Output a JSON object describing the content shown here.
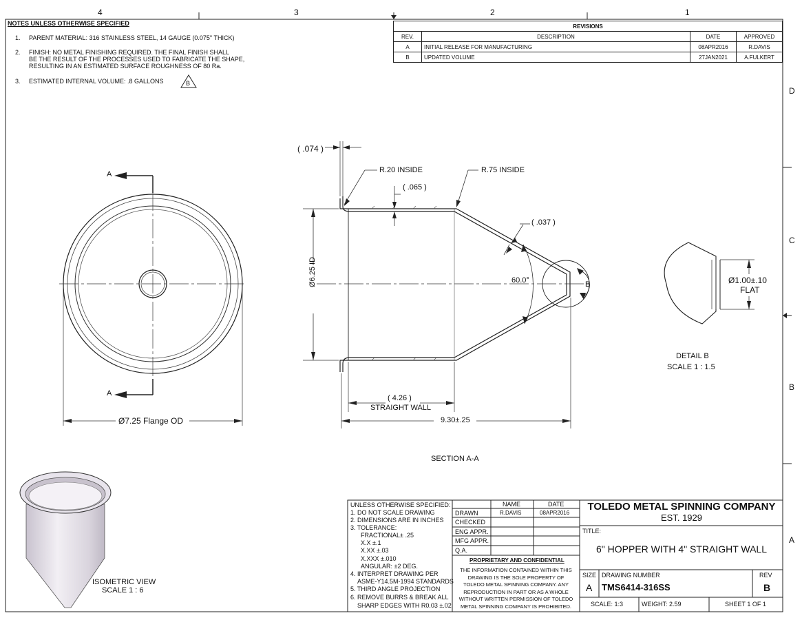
{
  "border": {
    "zones_top": [
      "4",
      "3",
      "2",
      "1"
    ],
    "zones_right": [
      "D",
      "C",
      "B",
      "A"
    ]
  },
  "notes": {
    "heading": "NOTES UNLESS OTHERWISE SPECIFIED",
    "items": [
      {
        "num": "1.",
        "lines": [
          "PARENT MATERIAL: 316 STAINLESS STEEL, 14 GAUGE (0.075\" THICK)"
        ]
      },
      {
        "num": "2.",
        "lines": [
          "FINISH: NO METAL FINISHING REQUIRED.  THE FINAL FINISH SHALL",
          "BE THE RESULT OF THE PROCESSES USED TO FABRICATE THE SHAPE,",
          "RESULTING IN AN ESTIMATED SURFACE ROUGHNESS OF 80 Ra."
        ]
      },
      {
        "num": "3.",
        "lines": [
          "ESTIMATED INTERNAL VOLUME: .8 GALLONS"
        ],
        "rev_flag": "B"
      }
    ]
  },
  "revisions": {
    "title": "REVISIONS",
    "headers": [
      "REV.",
      "DESCRIPTION",
      "DATE",
      "APPROVED"
    ],
    "rows": [
      [
        "A",
        "INITIAL RELEASE FOR MANUFACTURING",
        "08APR2016",
        "R.DAVIS"
      ],
      [
        "B",
        "UPDATED VOLUME",
        "27JAN2021",
        "A.FULKERT"
      ]
    ]
  },
  "views": {
    "top_view": {
      "section_letter_top": "A",
      "section_letter_bottom": "A",
      "flange_od": "Ø7.25 Flange OD"
    },
    "section": {
      "title": "SECTION A-A",
      "dim_074": "( .074 )",
      "r20": "R.20 INSIDE",
      "dim_065": "( .065 )",
      "r75": "R.75 INSIDE",
      "dim_037": "( .037 )",
      "id_dim": "Ø6.25 ID",
      "angle": "60.0°",
      "detail_marker": "B",
      "straight_wall_value": "( 4.26 )",
      "straight_wall_label": "STRAIGHT WALL",
      "overall_length": "9.30±.25"
    },
    "detail": {
      "flat_dim": "Ø1.00±.10",
      "flat_label": "FLAT",
      "title": "DETAIL B",
      "scale": "SCALE 1 : 1.5"
    },
    "isometric": {
      "title": "ISOMETRIC VIEW",
      "scale": "SCALE 1 : 6"
    }
  },
  "title_block": {
    "spec_lines": [
      "UNLESS OTHERWISE SPECIFIED:",
      "1. DO NOT SCALE DRAWING",
      "2. DIMENSIONS ARE IN INCHES",
      "3. TOLERANCE:",
      "FRACTIONAL± .25",
      "X.X       ±.1",
      "X.XX     ±.03",
      "X.XXX   ±.010",
      "ANGULAR: ±2 DEG.",
      "4. INTERPRET DRAWING PER",
      "ASME-Y14.5M-1994 STANDARDS",
      "5. THIRD ANGLE PROJECTION",
      "6. REMOVE BURRS & BREAK ALL",
      "SHARP EDGES WITH R0.03 ±.02"
    ],
    "approvals": {
      "headers": [
        "NAME",
        "DATE"
      ],
      "rows": [
        [
          "DRAWN",
          "R.DAVIS",
          "08APR2016"
        ],
        [
          "CHECKED",
          "",
          ""
        ],
        [
          "ENG APPR.",
          "",
          ""
        ],
        [
          "MFG APPR.",
          "",
          ""
        ],
        [
          "Q.A.",
          "",
          ""
        ]
      ]
    },
    "proprietary": {
      "heading": "PROPRIETARY AND CONFIDENTIAL",
      "lines": [
        "THE INFORMATION CONTAINED WITHIN THIS",
        "DRAWING IS THE SOLE PROPERTY OF",
        "TOLEDO METAL SPINNING COMPANY.  ANY",
        "REPRODUCTION IN PART OR AS A WHOLE",
        "WITHOUT WRITTEN PERMISSION OF TOLEDO",
        "METAL SPINNING COMPANY IS PROHIBITED."
      ]
    },
    "company": "TOLEDO METAL SPINNING COMPANY",
    "established": "EST. 1929",
    "title_label": "TITLE:",
    "title": "6\" HOPPER WITH 4\" STRAIGHT WALL",
    "size_label": "SIZE",
    "size": "A",
    "drawing_number_label": "DRAWING NUMBER",
    "drawing_number": "TMS6414-316SS",
    "rev_label": "REV",
    "rev": "B",
    "scale": "SCALE: 1:3",
    "weight": "WEIGHT: 2.59",
    "sheet": "SHEET 1 OF 1"
  }
}
